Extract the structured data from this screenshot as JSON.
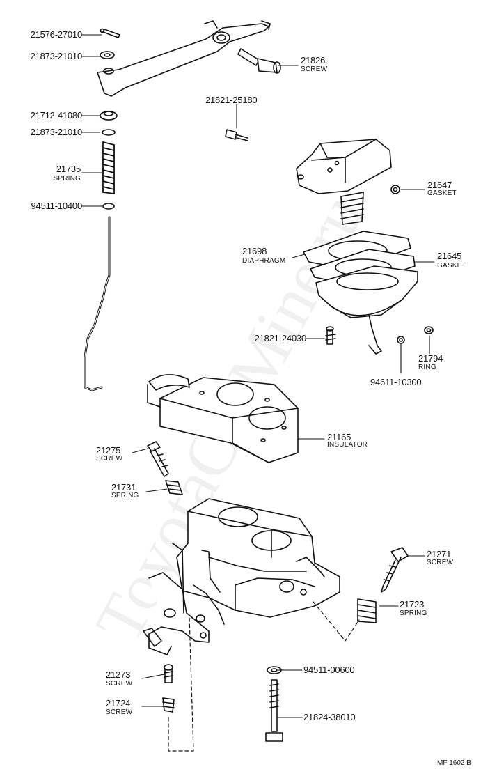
{
  "parts": [
    {
      "id": "p1",
      "number": "21576-27010",
      "name": ""
    },
    {
      "id": "p2",
      "number": "21873-21010",
      "name": ""
    },
    {
      "id": "p3",
      "number": "21826",
      "name": "SCREW"
    },
    {
      "id": "p4",
      "number": "21821-25180",
      "name": ""
    },
    {
      "id": "p5",
      "number": "21712-41080",
      "name": ""
    },
    {
      "id": "p6",
      "number": "21873-21010",
      "name": ""
    },
    {
      "id": "p7",
      "number": "21735",
      "name": "SPRING"
    },
    {
      "id": "p8",
      "number": "94511-10400",
      "name": ""
    },
    {
      "id": "p9",
      "number": "21647",
      "name": "GASKET"
    },
    {
      "id": "p10",
      "number": "21698",
      "name": "DIAPHRAGM"
    },
    {
      "id": "p11",
      "number": "21645",
      "name": "GASKET"
    },
    {
      "id": "p12",
      "number": "21821-24030",
      "name": ""
    },
    {
      "id": "p13",
      "number": "21794",
      "name": "RING"
    },
    {
      "id": "p14",
      "number": "94611-10300",
      "name": ""
    },
    {
      "id": "p15",
      "number": "21165",
      "name": "INSULATOR"
    },
    {
      "id": "p16",
      "number": "21275",
      "name": "SCREW"
    },
    {
      "id": "p17",
      "number": "21731",
      "name": "SPRING"
    },
    {
      "id": "p18",
      "number": "21271",
      "name": "SCREW"
    },
    {
      "id": "p19",
      "number": "21723",
      "name": "SPRING"
    },
    {
      "id": "p20",
      "number": "94511-00600",
      "name": ""
    },
    {
      "id": "p21",
      "number": "21273",
      "name": "SCREW"
    },
    {
      "id": "p22",
      "number": "21724",
      "name": "SCREW"
    },
    {
      "id": "p23",
      "number": "21824-38010",
      "name": ""
    }
  ],
  "figure_code": "MF 1602 B",
  "watermark": "ToyotaCarMine.ru"
}
